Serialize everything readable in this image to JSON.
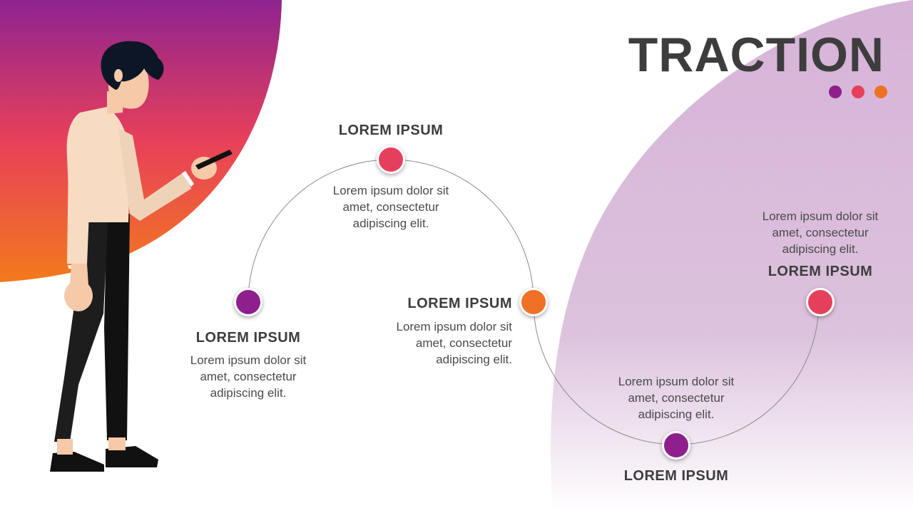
{
  "title": "TRACTION",
  "colors": {
    "purple": "#8e1f8c",
    "red": "#e63f5b",
    "orange": "#f07125",
    "lavender": "#d8b6d9"
  },
  "indicator_dots": [
    "purple",
    "red",
    "orange"
  ],
  "milestones": [
    {
      "label": "LOREM IPSUM",
      "text": "Lorem ipsum dolor sit amet, consectetur adipiscing elit.",
      "color": "purple"
    },
    {
      "label": "LOREM IPSUM",
      "text": "Lorem ipsum dolor sit amet, consectetur adipiscing elit.",
      "color": "red"
    },
    {
      "label": "LOREM IPSUM",
      "text": "Lorem ipsum dolor sit amet, consectetur adipiscing elit.",
      "color": "orange"
    },
    {
      "label": "LOREM IPSUM",
      "text": "Lorem ipsum dolor sit amet, consectetur adipiscing elit.",
      "color": "purple"
    },
    {
      "label": "LOREM IPSUM",
      "text": "Lorem ipsum dolor sit amet, consectetur adipiscing elit.",
      "color": "red"
    }
  ],
  "illustration": {
    "subject": "person-looking-at-phone"
  }
}
